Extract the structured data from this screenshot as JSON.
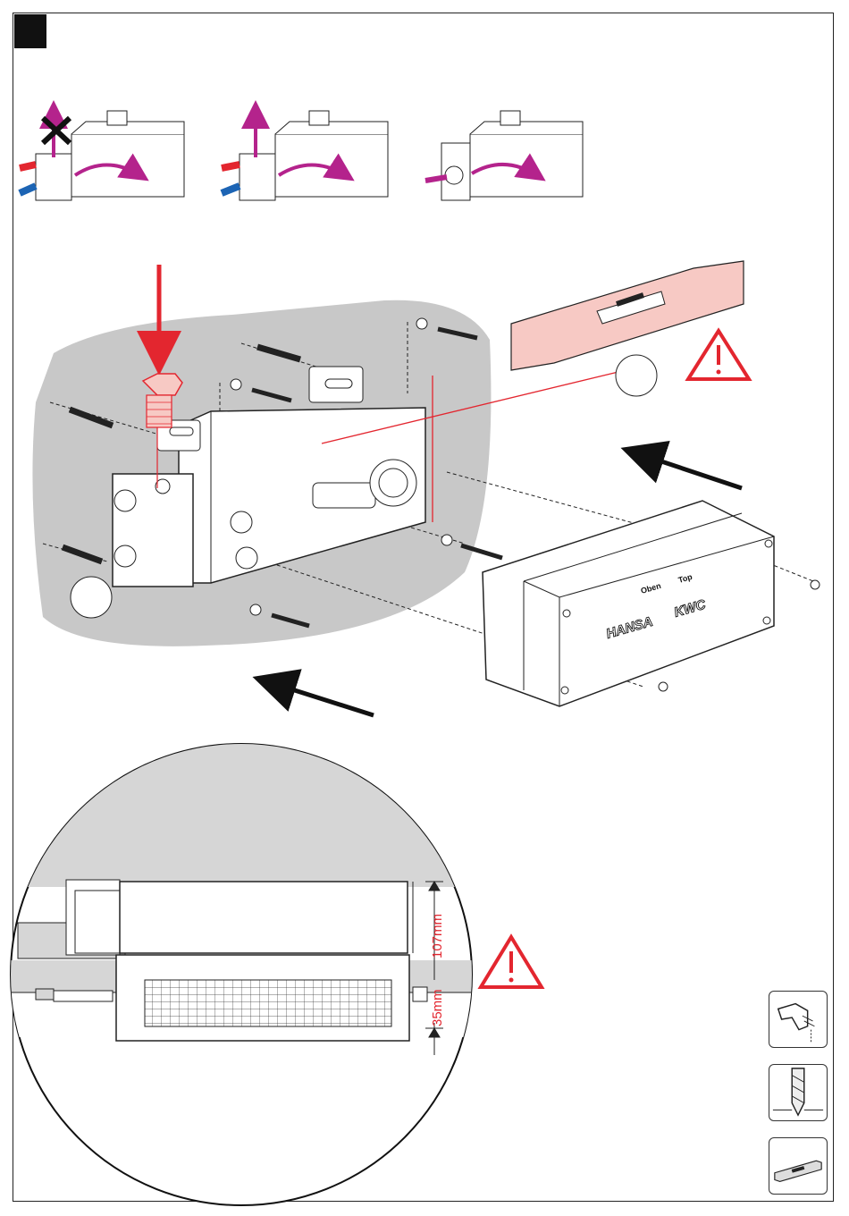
{
  "brand": {
    "name": "HANSA",
    "second_brand": "KWC",
    "label_oben": "Oben",
    "label_top": "Top"
  },
  "dimensions": {
    "height_label": "107mm",
    "depth_label": "35mm"
  },
  "colors": {
    "warning_red": "#e3262f",
    "hot_red": "#e3262f",
    "cold_blue": "#1c64b4",
    "flow_magenta": "#b4238c",
    "wall_gray": "#c8c8c8",
    "level_pink": "#f7c9c4"
  },
  "icons": [
    "warning-icon",
    "cross-icon",
    "drill-icon",
    "drill-bit-icon",
    "spirit-level-icon"
  ]
}
